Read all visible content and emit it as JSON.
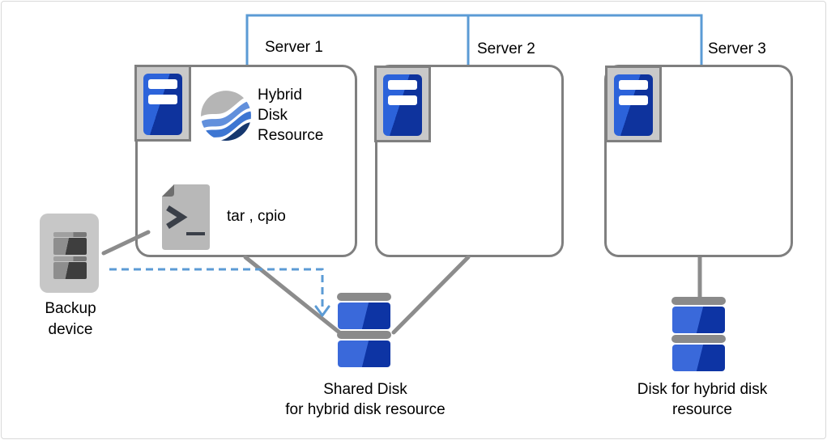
{
  "servers": [
    {
      "label": "Server 1"
    },
    {
      "label": "Server 2"
    },
    {
      "label": "Server 3"
    }
  ],
  "server1": {
    "resource_label": "Hybrid\nDisk\nResource",
    "tools_label": "tar , cpio"
  },
  "backup_device": {
    "label": "Backup\ndevice"
  },
  "shared_disk": {
    "label": "Shared Disk\nfor hybrid disk resource"
  },
  "hybrid_disk": {
    "label": "Disk for hybrid disk\nresource"
  },
  "icons": {
    "server": "server-tower-icon",
    "hybrid_resource": "wave-sphere-icon",
    "script_file": "shell-script-file-icon",
    "backup": "backup-device-icon",
    "disk": "disk-stack-icon"
  },
  "colors": {
    "interconnect_blue": "#5b9bd5",
    "box_border_gray": "#7f7f7f",
    "connector_gray": "#8c8c8c",
    "server_blue_light": "#2c63da",
    "server_blue_dark": "#0e339d",
    "disk_blue_light": "#3a69da",
    "disk_blue_dark": "#0d34a4",
    "hybrid_wave_gray": "#b5b5b5",
    "hybrid_wave_blue1": "#6290dc",
    "hybrid_wave_blue2": "#3d76d2",
    "hybrid_wave_navy": "#16386f"
  }
}
